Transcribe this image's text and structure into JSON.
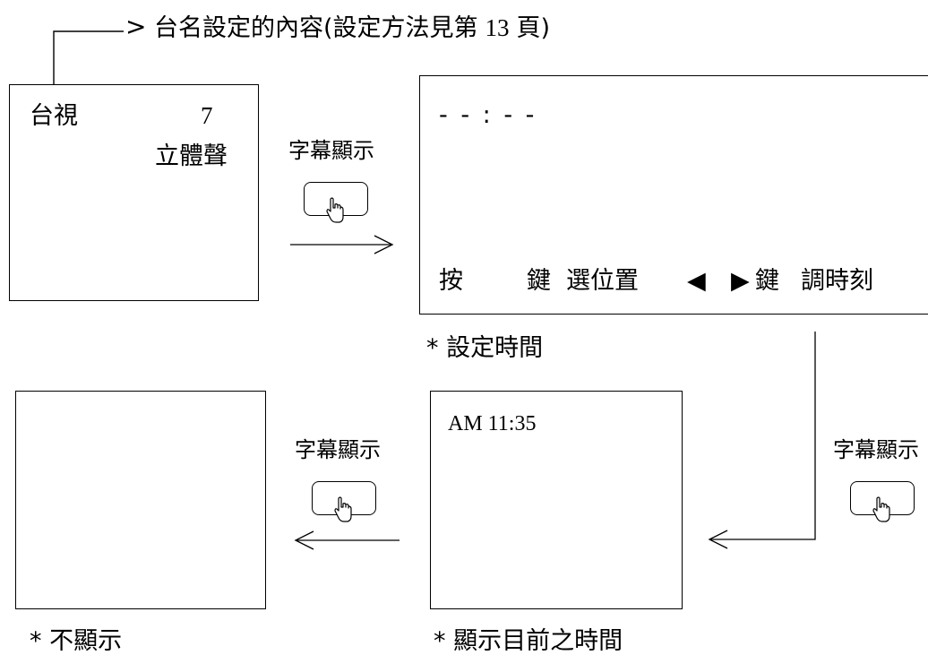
{
  "header_note": {
    "arrow_glyph": ">",
    "text_cjk": "台名設定的內容(設定方法見第",
    "text_num": "13",
    "text_end": "頁)"
  },
  "screen_station": {
    "name": "台視",
    "channel": "7",
    "audio": "立體聲"
  },
  "screen_set_time": {
    "time_display": "-  - : - -",
    "hint_press": "按",
    "hint_key1": "鍵",
    "hint_select": "選位置",
    "hint_left_arrow": "◀",
    "hint_right_arrow": "▶",
    "hint_key2": "鍵",
    "hint_adjust": "調時刻",
    "caption": "* 設定時間"
  },
  "screen_current_time": {
    "time": "AM 11:35",
    "caption": "* 顯示目前之時間"
  },
  "screen_blank": {
    "caption": "* 不顯示"
  },
  "display_button": {
    "label_top": "字幕顯示",
    "label_mid": "字幕顯示",
    "label_right": "字幕顯示",
    "icon": "pointing-hand-icon"
  }
}
